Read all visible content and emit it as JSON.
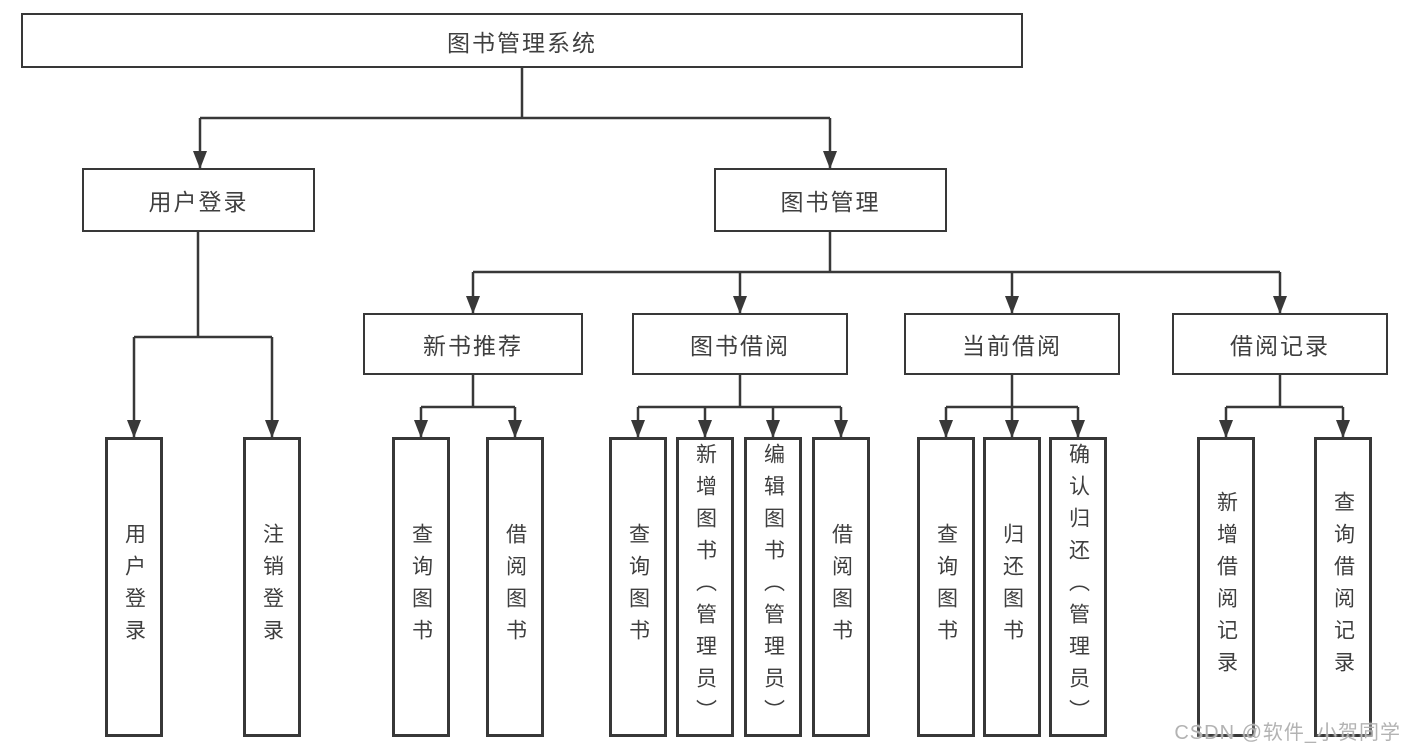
{
  "diagram": {
    "root": {
      "label": "图书管理系统"
    },
    "level2": [
      {
        "label": "用户登录"
      },
      {
        "label": "图书管理"
      }
    ],
    "level3": [
      {
        "label": "新书推荐"
      },
      {
        "label": "图书借阅"
      },
      {
        "label": "当前借阅"
      },
      {
        "label": "借阅记录"
      }
    ],
    "leaves": {
      "user_login": [
        {
          "label": "用户登录"
        },
        {
          "label": "注销登录"
        }
      ],
      "new_books": [
        {
          "label": "查询图书"
        },
        {
          "label": "借阅图书"
        }
      ],
      "book_borrowing": [
        {
          "label": "查询图书"
        },
        {
          "label": "新增图书（管理员）"
        },
        {
          "label": "编辑图书（管理员）"
        },
        {
          "label": "借阅图书"
        }
      ],
      "current_borrowing": [
        {
          "label": "查询图书"
        },
        {
          "label": "归还图书"
        },
        {
          "label": "确认归还（管理员）"
        }
      ],
      "borrowing_records": [
        {
          "label": "新增借阅记录"
        },
        {
          "label": "查询借阅记录"
        }
      ]
    }
  },
  "watermark": {
    "text": "CSDN @软件_小贺同学"
  },
  "colors": {
    "line": "#383838",
    "box_border": "#383838",
    "text": "#3f3f3f",
    "watermark": "#b3b3b3",
    "background": "#ffffff"
  }
}
